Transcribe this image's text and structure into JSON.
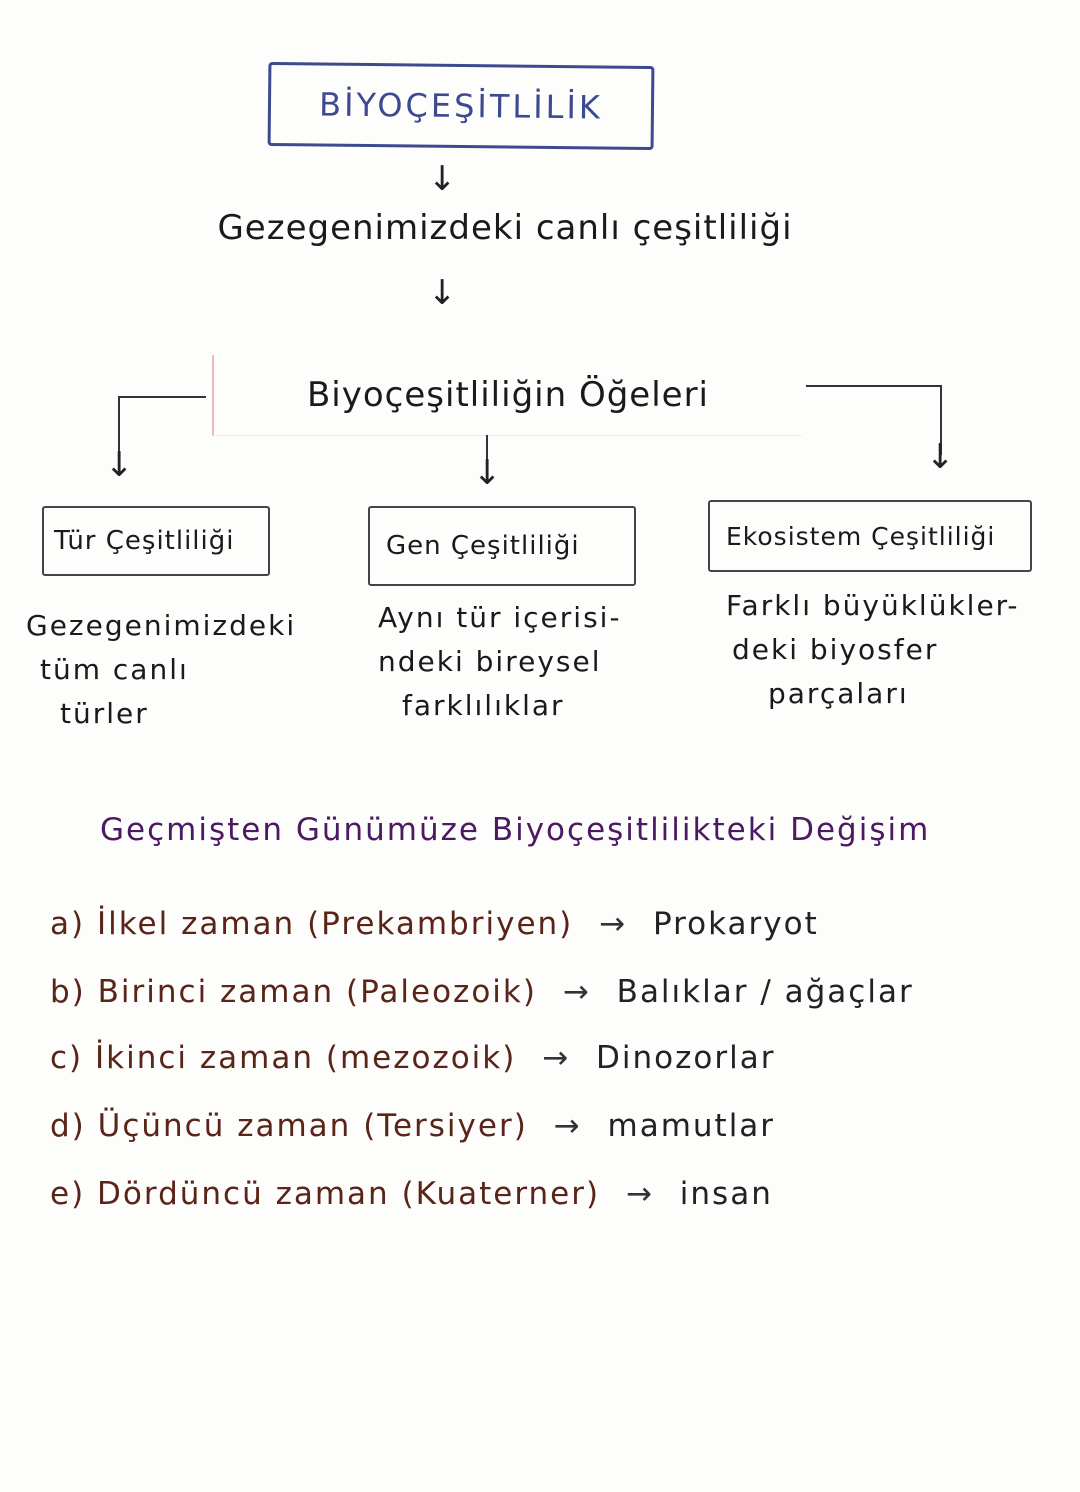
{
  "title": "BİYOÇEŞİTLİLİK",
  "definition": "Gezegenimizdeki canlı çeşitliliği",
  "elements_heading": "Biyoçeşitliliğin Öğeleri",
  "arrow_glyph": "↓",
  "right_arrow_glyph": "→",
  "elements": [
    {
      "label": "Tür Çeşitliliği",
      "description_lines": [
        "Gezegenimizdeki",
        "tüm canlı",
        "türler"
      ]
    },
    {
      "label": "Gen Çeşitliliği",
      "description_lines": [
        "Aynı tür içerisi-",
        "ndeki bireysel",
        "farklılıklar"
      ]
    },
    {
      "label": "Ekosistem Çeşitliliği",
      "description_lines": [
        "Farklı büyüklükler-",
        "deki biyosfer",
        "parçaları"
      ]
    }
  ],
  "history": {
    "heading": "Geçmişten Günümüze Biyoçeşitlilikteki Değişim",
    "items": [
      {
        "marker": "a)",
        "era": "İlkel zaman",
        "period": "(Prekambriyen)",
        "result": "Prokaryot"
      },
      {
        "marker": "b)",
        "era": "Birinci zaman",
        "period": "(Paleozoik)",
        "result": "Balıklar / ağaçlar"
      },
      {
        "marker": "c)",
        "era": "İkinci zaman",
        "period": "(mezozoik)",
        "result": "Dinozorlar"
      },
      {
        "marker": "d)",
        "era": "Üçüncü zaman",
        "period": "(Tersiyer)",
        "result": "mamutlar"
      },
      {
        "marker": "e)",
        "era": "Dördüncü zaman",
        "period": "(Kuaterner)",
        "result": "insan"
      }
    ]
  },
  "colors": {
    "title_ink": "#3d4a8f",
    "heading_ink": "#4b1a63",
    "era_ink": "#5a2418",
    "body_ink": "#1a1a1a"
  }
}
